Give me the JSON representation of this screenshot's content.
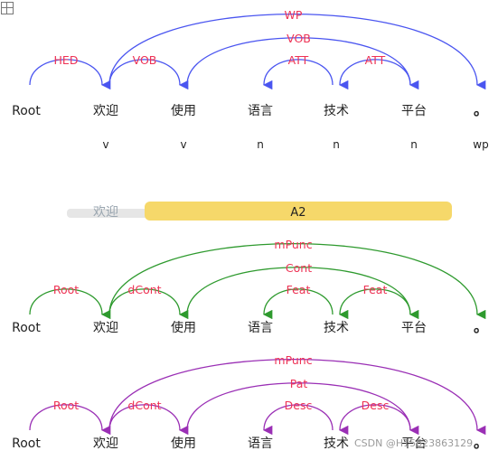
{
  "colors": {
    "arc_blue": "#4a55f0",
    "arc_green": "#2e9a2e",
    "arc_purple": "#9a2fb5",
    "label_red": "#ee3355",
    "word_text": "#222222",
    "srl_bar": "#f6d86a",
    "srl_track": "#e6e6e6",
    "srl_predicate_text": "#9aa6b0"
  },
  "words": [
    "Root",
    "欢迎",
    "使用",
    "语言",
    "技术",
    "平台",
    "。"
  ],
  "pos_tags": [
    "",
    "v",
    "v",
    "n",
    "n",
    "n",
    "wp"
  ],
  "dependency": {
    "arcs": [
      {
        "from": 0,
        "to": 1,
        "label": "HED"
      },
      {
        "from": 1,
        "to": 2,
        "label": "VOB"
      },
      {
        "from": 1,
        "to": 6,
        "label": "WP"
      },
      {
        "from": 2,
        "to": 5,
        "label": "VOB"
      },
      {
        "from": 4,
        "to": 3,
        "label": "ATT"
      },
      {
        "from": 5,
        "to": 4,
        "label": "ATT"
      }
    ]
  },
  "srl": {
    "predicate": "欢迎",
    "argument_label": "A2"
  },
  "semantic_graph": {
    "arcs": [
      {
        "from": 0,
        "to": 1,
        "label": "Root"
      },
      {
        "from": 1,
        "to": 2,
        "label": "dCont"
      },
      {
        "from": 1,
        "to": 6,
        "label": "mPunc"
      },
      {
        "from": 2,
        "to": 5,
        "label": "Cont"
      },
      {
        "from": 4,
        "to": 3,
        "label": "Feat"
      },
      {
        "from": 5,
        "to": 4,
        "label": "Feat"
      }
    ]
  },
  "semantic_tree": {
    "arcs": [
      {
        "from": 0,
        "to": 1,
        "label": "Root"
      },
      {
        "from": 1,
        "to": 2,
        "label": "dCont"
      },
      {
        "from": 1,
        "to": 6,
        "label": "mPunc"
      },
      {
        "from": 2,
        "to": 5,
        "label": "Pat"
      },
      {
        "from": 4,
        "to": 3,
        "label": "Desc"
      },
      {
        "from": 5,
        "to": 4,
        "label": "Desc"
      }
    ]
  },
  "watermark": "CSDN @H15623863129"
}
